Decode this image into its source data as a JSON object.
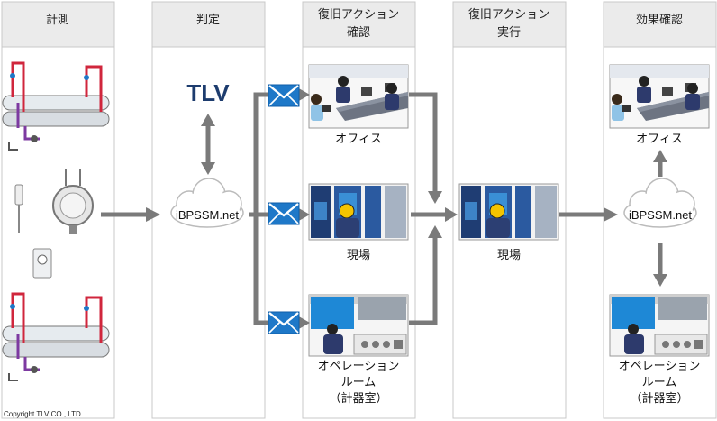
{
  "columns": [
    {
      "title_lines": [
        "計測"
      ]
    },
    {
      "title_lines": [
        "判定"
      ]
    },
    {
      "title_lines": [
        "復旧アクション",
        "確認"
      ]
    },
    {
      "title_lines": [
        "復旧アクション",
        "実行"
      ]
    },
    {
      "title_lines": [
        "効果確認"
      ]
    }
  ],
  "logo": "TLV",
  "cloud_label": "iBPSSM.net",
  "locations": {
    "office": "オフィス",
    "field": "現場",
    "operation_lines": [
      "オペレーション",
      "ルーム",
      "（計器室）"
    ]
  },
  "copyright": "Copyright TLV CO., LTD",
  "colors": {
    "accent_blue": "#1e78c8",
    "logo_navy": "#1d3c6e",
    "arrow_gray": "#7a7a7a"
  }
}
